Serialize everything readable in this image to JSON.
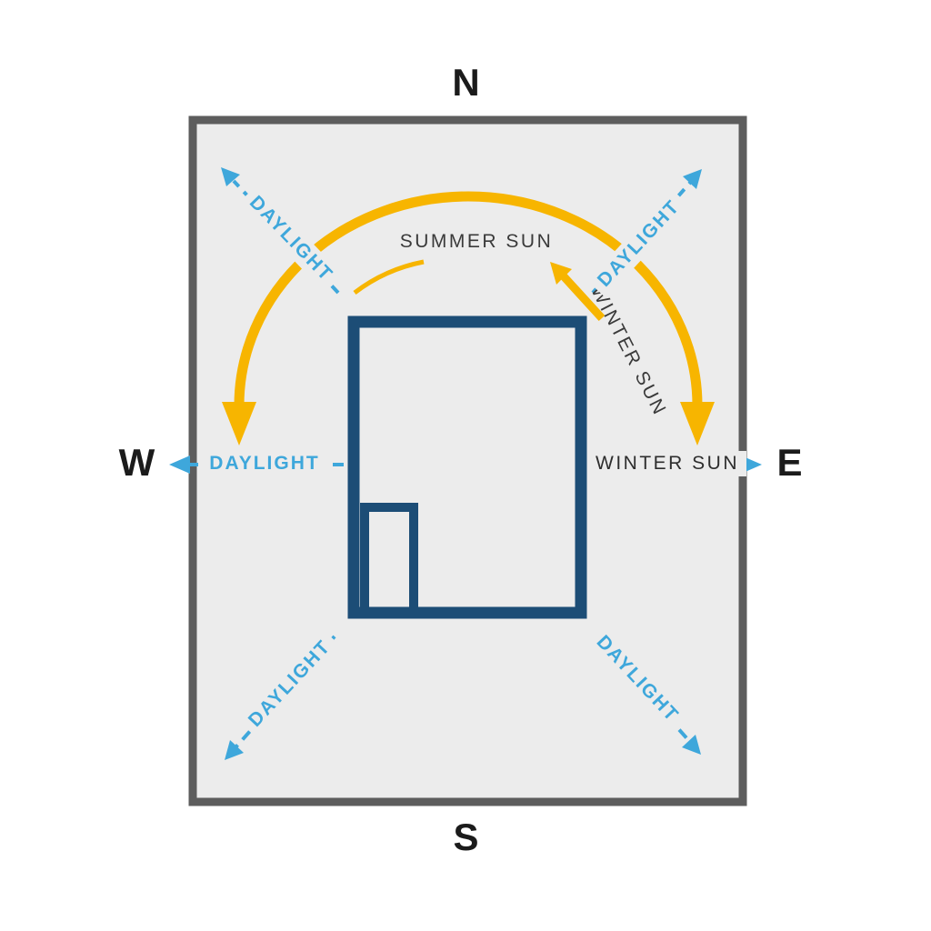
{
  "compass": {
    "north": "N",
    "south": "S",
    "west": "W",
    "east": "E"
  },
  "labels": {
    "summer_sun": "SUMMER SUN",
    "winter_sun_diagonal": "WINTER SUN",
    "winter_sun_east": "WINTER SUN",
    "daylight_west": "DAYLIGHT",
    "daylight_top_left": "DAYLIGHT",
    "daylight_top_right": "DAYLIGHT",
    "daylight_bottom_left": "DAYLIGHT",
    "daylight_bottom_right": "DAYLIGHT"
  },
  "colors": {
    "sun_arc": "#F7B500",
    "daylight_arrow": "#3EA7DB",
    "building_outline": "#1C4D76",
    "plot_fill": "#ECECEC",
    "plot_border": "#5D5D5D"
  }
}
